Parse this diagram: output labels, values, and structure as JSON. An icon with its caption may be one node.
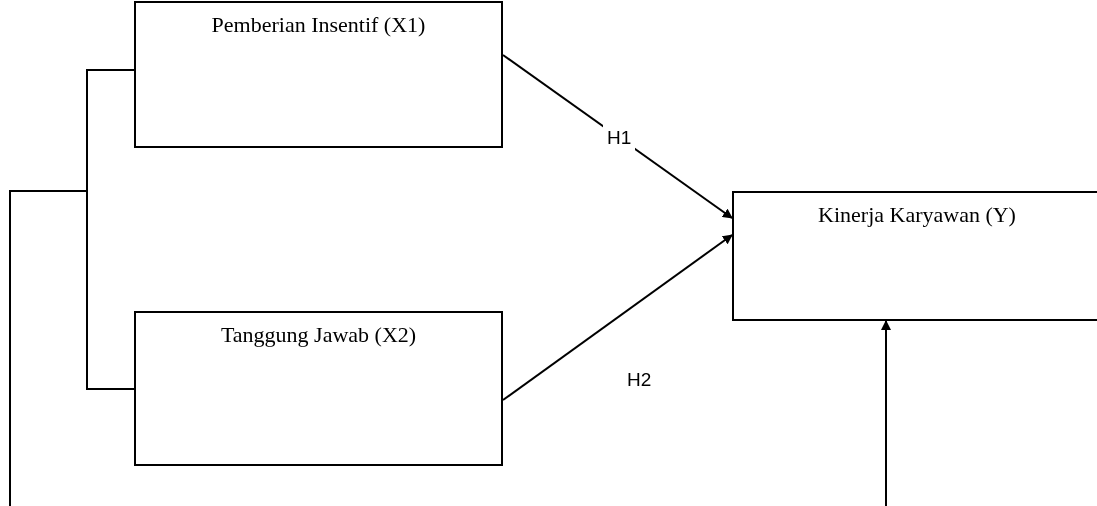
{
  "diagram": {
    "nodes": [
      {
        "text": [
          "Pemberian Insentif (X1)"
        ]
      },
      {
        "text": [
          "Tanggung Jawab (X2)"
        ]
      },
      {
        "text": [
          "Kinerja Karyawan (Y)"
        ]
      }
    ],
    "edges": [
      {
        "from": 0,
        "to": 2,
        "arrow": "to",
        "label": "H1"
      },
      {
        "from": 1,
        "to": 2,
        "arrow": "to",
        "label": "H2"
      },
      {
        "from": 0,
        "to": null,
        "arrow": "none"
      },
      {
        "from": 1,
        "to": null,
        "arrow": "none"
      },
      {
        "from": null,
        "to": 2,
        "arrow": "to"
      }
    ]
  }
}
